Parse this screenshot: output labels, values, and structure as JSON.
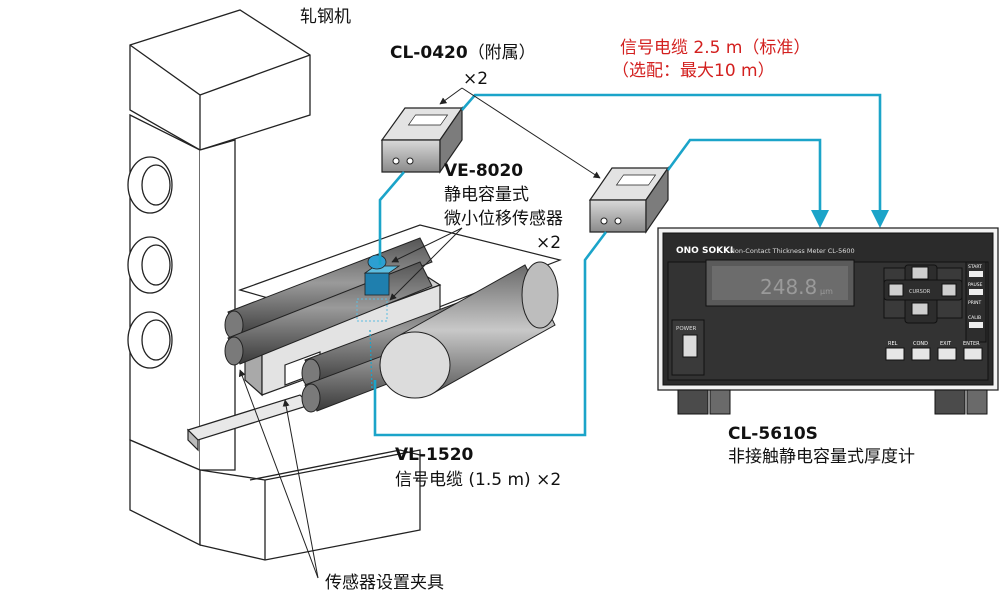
{
  "labels": {
    "rolling_mill": "轧钢机",
    "amp_model": "CL-0420",
    "amp_note": "（附属）",
    "amp_qty": "×2",
    "signal_cable_std": "信号电缆 2.5 m（标准）",
    "signal_cable_opt": "（选配：最大10 m）",
    "sensor_model": "VE-8020",
    "sensor_desc_1": "静电容量式",
    "sensor_desc_2": "微小位移传感器",
    "sensor_qty": "×2",
    "cable_model": "VL-1520",
    "cable_desc": "信号电缆 (1.5 m) ×2",
    "meter_model": "CL-5610S",
    "meter_desc": "非接触静电容量式厚度计",
    "fixture": "传感器设置夹具"
  },
  "meter": {
    "brand": "ONO SOKKI",
    "title": "Non-Contact Thickness Meter CL-5600",
    "display_value": "248.8",
    "display_unit": "μm",
    "power_label": "POWER",
    "cursor_label": "CURSOR",
    "start": "START",
    "pause": "PAUSE",
    "print": "PRINT",
    "calib": "CALIB",
    "buttons": [
      "REL",
      "COND",
      "EXIT",
      "ENTER"
    ]
  },
  "colors": {
    "cable": "#1ba4c9",
    "accent_red": "#d3201f",
    "outline": "#222222"
  }
}
